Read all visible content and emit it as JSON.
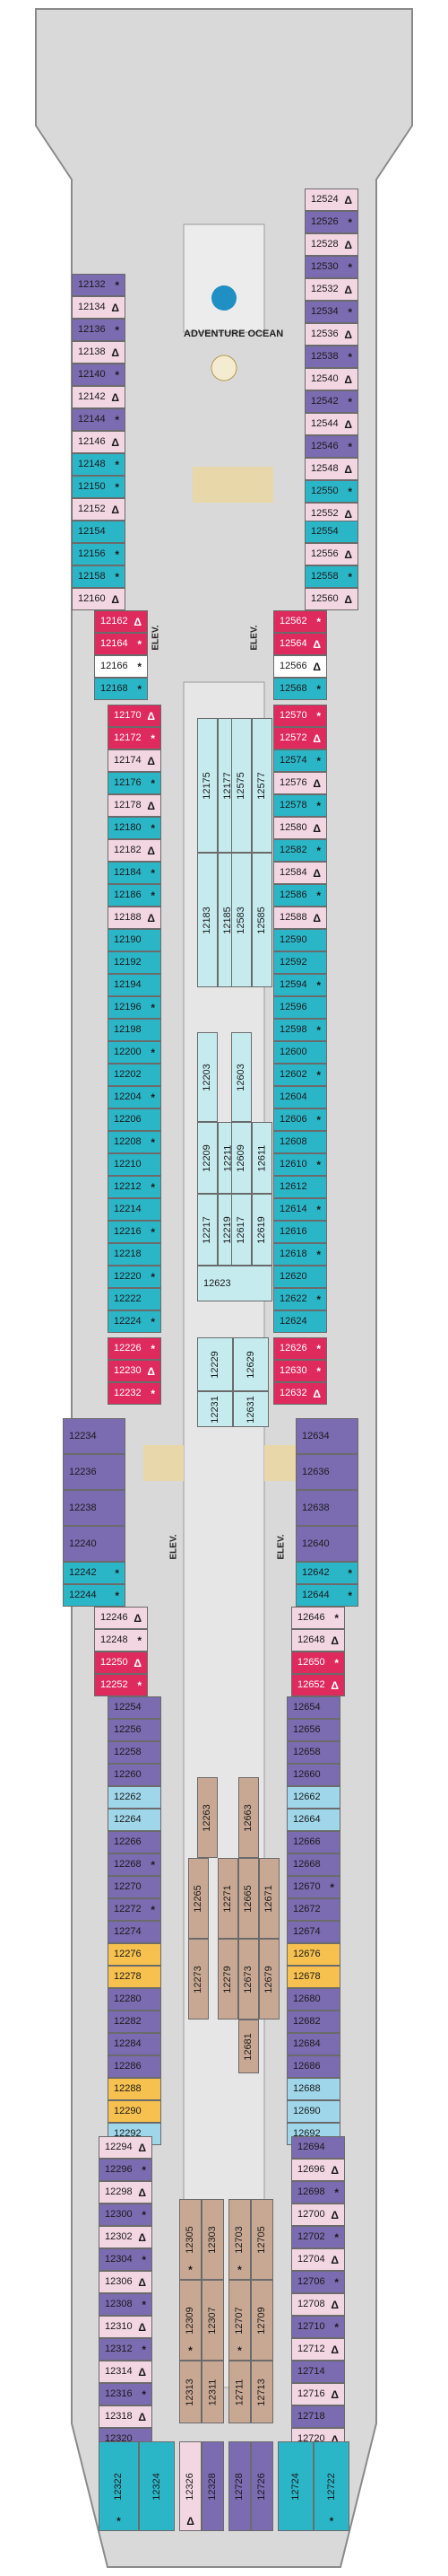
{
  "venue": {
    "name": "ADVENTURE OCEAN"
  },
  "elevator_label": "ELEV.",
  "cabins": [
    {
      "n": "12132",
      "c": "purple",
      "s": "*"
    },
    {
      "n": "12134",
      "c": "pink",
      "s": "Δ"
    },
    {
      "n": "12136",
      "c": "purple",
      "s": "*"
    },
    {
      "n": "12138",
      "c": "pink",
      "s": "Δ"
    },
    {
      "n": "12140",
      "c": "purple",
      "s": "*"
    },
    {
      "n": "12142",
      "c": "pink",
      "s": "Δ"
    },
    {
      "n": "12144",
      "c": "purple",
      "s": "*"
    },
    {
      "n": "12146",
      "c": "pink",
      "s": "Δ"
    },
    {
      "n": "12148",
      "c": "teal",
      "s": "*"
    },
    {
      "n": "12150",
      "c": "teal",
      "s": "*"
    },
    {
      "n": "12152",
      "c": "pink",
      "s": "Δ"
    },
    {
      "n": "12154",
      "c": "teal",
      "s": ""
    },
    {
      "n": "12156",
      "c": "teal",
      "s": "*"
    },
    {
      "n": "12158",
      "c": "teal",
      "s": "*"
    },
    {
      "n": "12160",
      "c": "pink",
      "s": "Δ"
    },
    {
      "n": "12162",
      "c": "red",
      "s": "Δ"
    },
    {
      "n": "12164",
      "c": "red",
      "s": "*"
    },
    {
      "n": "12166",
      "c": "white",
      "s": "*"
    },
    {
      "n": "12168",
      "c": "teal",
      "s": "*"
    },
    {
      "n": "12524",
      "c": "pink",
      "s": "Δ"
    },
    {
      "n": "12526",
      "c": "purple",
      "s": "*"
    },
    {
      "n": "12528",
      "c": "pink",
      "s": "Δ"
    },
    {
      "n": "12530",
      "c": "purple",
      "s": "*"
    },
    {
      "n": "12532",
      "c": "pink",
      "s": "Δ"
    },
    {
      "n": "12534",
      "c": "purple",
      "s": "*"
    },
    {
      "n": "12536",
      "c": "pink",
      "s": "Δ"
    },
    {
      "n": "12538",
      "c": "purple",
      "s": "*"
    },
    {
      "n": "12540",
      "c": "pink",
      "s": "Δ"
    },
    {
      "n": "12542",
      "c": "purple",
      "s": "*"
    },
    {
      "n": "12544",
      "c": "pink",
      "s": "Δ"
    },
    {
      "n": "12546",
      "c": "purple",
      "s": "*"
    },
    {
      "n": "12548",
      "c": "pink",
      "s": "Δ"
    },
    {
      "n": "12550",
      "c": "teal",
      "s": "*"
    },
    {
      "n": "12552",
      "c": "pink",
      "s": "Δ"
    },
    {
      "n": "12554",
      "c": "teal",
      "s": ""
    },
    {
      "n": "12556",
      "c": "pink",
      "s": "Δ"
    },
    {
      "n": "12558",
      "c": "teal",
      "s": "*"
    },
    {
      "n": "12560",
      "c": "pink",
      "s": "Δ"
    },
    {
      "n": "12562",
      "c": "red",
      "s": "*"
    },
    {
      "n": "12564",
      "c": "red",
      "s": "Δ"
    },
    {
      "n": "12566",
      "c": "white",
      "s": "Δ"
    },
    {
      "n": "12568",
      "c": "teal",
      "s": "*"
    },
    {
      "n": "12170",
      "c": "red",
      "s": "Δ"
    },
    {
      "n": "12172",
      "c": "red",
      "s": "*"
    },
    {
      "n": "12174",
      "c": "pink",
      "s": "Δ"
    },
    {
      "n": "12176",
      "c": "teal",
      "s": "*"
    },
    {
      "n": "12178",
      "c": "pink",
      "s": "Δ"
    },
    {
      "n": "12180",
      "c": "teal",
      "s": "*"
    },
    {
      "n": "12182",
      "c": "pink",
      "s": "Δ"
    },
    {
      "n": "12184",
      "c": "teal",
      "s": "*"
    },
    {
      "n": "12186",
      "c": "teal",
      "s": "*"
    },
    {
      "n": "12188",
      "c": "pink",
      "s": "Δ"
    },
    {
      "n": "12570",
      "c": "red",
      "s": "*"
    },
    {
      "n": "12572",
      "c": "red",
      "s": "Δ"
    },
    {
      "n": "12574",
      "c": "teal",
      "s": "*"
    },
    {
      "n": "12576",
      "c": "pink",
      "s": "Δ"
    },
    {
      "n": "12578",
      "c": "teal",
      "s": "*"
    },
    {
      "n": "12580",
      "c": "pink",
      "s": "Δ"
    },
    {
      "n": "12582",
      "c": "teal",
      "s": "*"
    },
    {
      "n": "12584",
      "c": "pink",
      "s": "Δ"
    },
    {
      "n": "12586",
      "c": "teal",
      "s": "*"
    },
    {
      "n": "12588",
      "c": "pink",
      "s": "Δ"
    },
    {
      "n": "12190",
      "c": "teal",
      "s": ""
    },
    {
      "n": "12192",
      "c": "teal",
      "s": ""
    },
    {
      "n": "12194",
      "c": "teal",
      "s": ""
    },
    {
      "n": "12196",
      "c": "teal",
      "s": "*"
    },
    {
      "n": "12198",
      "c": "teal",
      "s": ""
    },
    {
      "n": "12200",
      "c": "teal",
      "s": "*"
    },
    {
      "n": "12202",
      "c": "teal",
      "s": ""
    },
    {
      "n": "12204",
      "c": "teal",
      "s": "*"
    },
    {
      "n": "12206",
      "c": "teal",
      "s": ""
    },
    {
      "n": "12208",
      "c": "teal",
      "s": "*"
    },
    {
      "n": "12210",
      "c": "teal",
      "s": ""
    },
    {
      "n": "12212",
      "c": "teal",
      "s": "*"
    },
    {
      "n": "12214",
      "c": "teal",
      "s": ""
    },
    {
      "n": "12216",
      "c": "teal",
      "s": "*"
    },
    {
      "n": "12218",
      "c": "teal",
      "s": ""
    },
    {
      "n": "12220",
      "c": "teal",
      "s": "*"
    },
    {
      "n": "12222",
      "c": "teal",
      "s": ""
    },
    {
      "n": "12224",
      "c": "teal",
      "s": "*"
    },
    {
      "n": "12590",
      "c": "teal",
      "s": ""
    },
    {
      "n": "12592",
      "c": "teal",
      "s": ""
    },
    {
      "n": "12594",
      "c": "teal",
      "s": "*"
    },
    {
      "n": "12596",
      "c": "teal",
      "s": ""
    },
    {
      "n": "12598",
      "c": "teal",
      "s": "*"
    },
    {
      "n": "12600",
      "c": "teal",
      "s": ""
    },
    {
      "n": "12602",
      "c": "teal",
      "s": "*"
    },
    {
      "n": "12604",
      "c": "teal",
      "s": ""
    },
    {
      "n": "12606",
      "c": "teal",
      "s": "*"
    },
    {
      "n": "12608",
      "c": "teal",
      "s": ""
    },
    {
      "n": "12610",
      "c": "teal",
      "s": "*"
    },
    {
      "n": "12612",
      "c": "teal",
      "s": ""
    },
    {
      "n": "12614",
      "c": "teal",
      "s": "*"
    },
    {
      "n": "12616",
      "c": "teal",
      "s": ""
    },
    {
      "n": "12618",
      "c": "teal",
      "s": "*"
    },
    {
      "n": "12620",
      "c": "teal",
      "s": ""
    },
    {
      "n": "12622",
      "c": "teal",
      "s": "*"
    },
    {
      "n": "12624",
      "c": "teal",
      "s": ""
    },
    {
      "n": "12226",
      "c": "red",
      "s": "*"
    },
    {
      "n": "12230",
      "c": "red",
      "s": "Δ"
    },
    {
      "n": "12232",
      "c": "red",
      "s": "*"
    },
    {
      "n": "12626",
      "c": "red",
      "s": "*"
    },
    {
      "n": "12630",
      "c": "red",
      "s": "*"
    },
    {
      "n": "12632",
      "c": "red",
      "s": "Δ"
    },
    {
      "n": "12234",
      "c": "purple",
      "s": ""
    },
    {
      "n": "12236",
      "c": "purple",
      "s": ""
    },
    {
      "n": "12238",
      "c": "purple",
      "s": ""
    },
    {
      "n": "12240",
      "c": "purple",
      "s": ""
    },
    {
      "n": "12242",
      "c": "teal",
      "s": "*"
    },
    {
      "n": "12244",
      "c": "teal",
      "s": "*"
    },
    {
      "n": "12634",
      "c": "purple",
      "s": ""
    },
    {
      "n": "12636",
      "c": "purple",
      "s": ""
    },
    {
      "n": "12638",
      "c": "purple",
      "s": ""
    },
    {
      "n": "12640",
      "c": "purple",
      "s": ""
    },
    {
      "n": "12642",
      "c": "teal",
      "s": "*"
    },
    {
      "n": "12644",
      "c": "teal",
      "s": "*"
    },
    {
      "n": "12246",
      "c": "pink",
      "s": "Δ"
    },
    {
      "n": "12248",
      "c": "pink",
      "s": "*"
    },
    {
      "n": "12250",
      "c": "red",
      "s": "Δ"
    },
    {
      "n": "12252",
      "c": "red",
      "s": "*"
    },
    {
      "n": "12646",
      "c": "pink",
      "s": "*"
    },
    {
      "n": "12648",
      "c": "pink",
      "s": "Δ"
    },
    {
      "n": "12650",
      "c": "red",
      "s": "*"
    },
    {
      "n": "12652",
      "c": "red",
      "s": "Δ"
    },
    {
      "n": "12254",
      "c": "purple",
      "s": ""
    },
    {
      "n": "12256",
      "c": "purple",
      "s": ""
    },
    {
      "n": "12258",
      "c": "purple",
      "s": ""
    },
    {
      "n": "12260",
      "c": "purple",
      "s": ""
    },
    {
      "n": "12262",
      "c": "lightblue",
      "s": ""
    },
    {
      "n": "12264",
      "c": "lightblue",
      "s": ""
    },
    {
      "n": "12266",
      "c": "purple",
      "s": ""
    },
    {
      "n": "12268",
      "c": "purple",
      "s": "*"
    },
    {
      "n": "12270",
      "c": "purple",
      "s": ""
    },
    {
      "n": "12272",
      "c": "purple",
      "s": "*"
    },
    {
      "n": "12274",
      "c": "purple",
      "s": ""
    },
    {
      "n": "12276",
      "c": "yellow",
      "s": ""
    },
    {
      "n": "12278",
      "c": "yellow",
      "s": ""
    },
    {
      "n": "12280",
      "c": "purple",
      "s": ""
    },
    {
      "n": "12282",
      "c": "purple",
      "s": ""
    },
    {
      "n": "12284",
      "c": "purple",
      "s": ""
    },
    {
      "n": "12286",
      "c": "purple",
      "s": ""
    },
    {
      "n": "12288",
      "c": "yellow",
      "s": ""
    },
    {
      "n": "12290",
      "c": "yellow",
      "s": ""
    },
    {
      "n": "12292",
      "c": "lightblue",
      "s": ""
    },
    {
      "n": "12654",
      "c": "purple",
      "s": ""
    },
    {
      "n": "12656",
      "c": "purple",
      "s": ""
    },
    {
      "n": "12658",
      "c": "purple",
      "s": ""
    },
    {
      "n": "12660",
      "c": "purple",
      "s": ""
    },
    {
      "n": "12662",
      "c": "lightblue",
      "s": ""
    },
    {
      "n": "12664",
      "c": "lightblue",
      "s": ""
    },
    {
      "n": "12666",
      "c": "purple",
      "s": ""
    },
    {
      "n": "12668",
      "c": "purple",
      "s": ""
    },
    {
      "n": "12670",
      "c": "purple",
      "s": "*"
    },
    {
      "n": "12672",
      "c": "purple",
      "s": ""
    },
    {
      "n": "12674",
      "c": "purple",
      "s": ""
    },
    {
      "n": "12676",
      "c": "yellow",
      "s": ""
    },
    {
      "n": "12678",
      "c": "yellow",
      "s": ""
    },
    {
      "n": "12680",
      "c": "purple",
      "s": ""
    },
    {
      "n": "12682",
      "c": "purple",
      "s": ""
    },
    {
      "n": "12684",
      "c": "purple",
      "s": ""
    },
    {
      "n": "12686",
      "c": "purple",
      "s": ""
    },
    {
      "n": "12688",
      "c": "lightblue",
      "s": ""
    },
    {
      "n": "12690",
      "c": "lightblue",
      "s": ""
    },
    {
      "n": "12692",
      "c": "lightblue",
      "s": ""
    },
    {
      "n": "12294",
      "c": "pink",
      "s": "Δ"
    },
    {
      "n": "12296",
      "c": "purple",
      "s": "*"
    },
    {
      "n": "12298",
      "c": "pink",
      "s": "Δ"
    },
    {
      "n": "12300",
      "c": "purple",
      "s": "*"
    },
    {
      "n": "12302",
      "c": "pink",
      "s": "Δ"
    },
    {
      "n": "12304",
      "c": "purple",
      "s": "*"
    },
    {
      "n": "12306",
      "c": "pink",
      "s": "Δ"
    },
    {
      "n": "12308",
      "c": "purple",
      "s": "*"
    },
    {
      "n": "12310",
      "c": "pink",
      "s": "Δ"
    },
    {
      "n": "12312",
      "c": "purple",
      "s": "*"
    },
    {
      "n": "12314",
      "c": "pink",
      "s": "Δ"
    },
    {
      "n": "12316",
      "c": "purple",
      "s": "*"
    },
    {
      "n": "12318",
      "c": "pink",
      "s": "Δ"
    },
    {
      "n": "12320",
      "c": "purple",
      "s": ""
    },
    {
      "n": "12694",
      "c": "purple",
      "s": ""
    },
    {
      "n": "12696",
      "c": "pink",
      "s": "Δ"
    },
    {
      "n": "12698",
      "c": "purple",
      "s": "*"
    },
    {
      "n": "12700",
      "c": "pink",
      "s": "Δ"
    },
    {
      "n": "12702",
      "c": "purple",
      "s": "*"
    },
    {
      "n": "12704",
      "c": "pink",
      "s": "Δ"
    },
    {
      "n": "12706",
      "c": "purple",
      "s": "*"
    },
    {
      "n": "12708",
      "c": "pink",
      "s": "Δ"
    },
    {
      "n": "12710",
      "c": "purple",
      "s": "*"
    },
    {
      "n": "12712",
      "c": "pink",
      "s": "Δ"
    },
    {
      "n": "12714",
      "c": "purple",
      "s": ""
    },
    {
      "n": "12716",
      "c": "pink",
      "s": "Δ"
    },
    {
      "n": "12718",
      "c": "purple",
      "s": ""
    },
    {
      "n": "12720",
      "c": "pink",
      "s": "Δ"
    },
    {
      "n": "12175",
      "c": "lightteal",
      "s": ""
    },
    {
      "n": "12177",
      "c": "lightteal",
      "s": ""
    },
    {
      "n": "12183",
      "c": "lightteal",
      "s": ""
    },
    {
      "n": "12185",
      "c": "lightteal",
      "s": ""
    },
    {
      "n": "12575",
      "c": "lightteal",
      "s": ""
    },
    {
      "n": "12577",
      "c": "lightteal",
      "s": ""
    },
    {
      "n": "12583",
      "c": "lightteal",
      "s": ""
    },
    {
      "n": "12585",
      "c": "lightteal",
      "s": ""
    },
    {
      "n": "12203",
      "c": "lightteal",
      "s": ""
    },
    {
      "n": "12209",
      "c": "lightteal",
      "s": ""
    },
    {
      "n": "12211",
      "c": "lightteal",
      "s": ""
    },
    {
      "n": "12217",
      "c": "lightteal",
      "s": ""
    },
    {
      "n": "12219",
      "c": "lightteal",
      "s": ""
    },
    {
      "n": "12603",
      "c": "lightteal",
      "s": ""
    },
    {
      "n": "12609",
      "c": "lightteal",
      "s": ""
    },
    {
      "n": "12611",
      "c": "lightteal",
      "s": ""
    },
    {
      "n": "12617",
      "c": "lightteal",
      "s": ""
    },
    {
      "n": "12619",
      "c": "lightteal",
      "s": ""
    },
    {
      "n": "12623",
      "c": "lightteal",
      "s": ""
    },
    {
      "n": "12229",
      "c": "lightteal",
      "s": ""
    },
    {
      "n": "12231",
      "c": "lightteal",
      "s": ""
    },
    {
      "n": "12629",
      "c": "lightteal",
      "s": ""
    },
    {
      "n": "12631",
      "c": "lightteal",
      "s": ""
    },
    {
      "n": "12263",
      "c": "tan",
      "s": ""
    },
    {
      "n": "12265",
      "c": "tan",
      "s": ""
    },
    {
      "n": "12271",
      "c": "tan",
      "s": ""
    },
    {
      "n": "12273",
      "c": "tan",
      "s": ""
    },
    {
      "n": "12279",
      "c": "tan",
      "s": ""
    },
    {
      "n": "12663",
      "c": "tan",
      "s": ""
    },
    {
      "n": "12665",
      "c": "tan",
      "s": ""
    },
    {
      "n": "12671",
      "c": "tan",
      "s": ""
    },
    {
      "n": "12673",
      "c": "tan",
      "s": ""
    },
    {
      "n": "12679",
      "c": "tan",
      "s": ""
    },
    {
      "n": "12681",
      "c": "tan",
      "s": ""
    },
    {
      "n": "12305",
      "c": "tan",
      "s": "*"
    },
    {
      "n": "12303",
      "c": "tan",
      "s": ""
    },
    {
      "n": "12703",
      "c": "tan",
      "s": "*"
    },
    {
      "n": "12705",
      "c": "tan",
      "s": ""
    },
    {
      "n": "12309",
      "c": "tan",
      "s": "*"
    },
    {
      "n": "12307",
      "c": "tan",
      "s": ""
    },
    {
      "n": "12707",
      "c": "tan",
      "s": "*"
    },
    {
      "n": "12709",
      "c": "tan",
      "s": ""
    },
    {
      "n": "12313",
      "c": "tan",
      "s": ""
    },
    {
      "n": "12311",
      "c": "tan",
      "s": ""
    },
    {
      "n": "12711",
      "c": "tan",
      "s": ""
    },
    {
      "n": "12713",
      "c": "tan",
      "s": ""
    },
    {
      "n": "12322",
      "c": "teal",
      "s": "*"
    },
    {
      "n": "12324",
      "c": "teal",
      "s": ""
    },
    {
      "n": "12326",
      "c": "pink",
      "s": "Δ"
    },
    {
      "n": "12328",
      "c": "purple",
      "s": ""
    },
    {
      "n": "12728",
      "c": "purple",
      "s": ""
    },
    {
      "n": "12726",
      "c": "purple",
      "s": ""
    },
    {
      "n": "12724",
      "c": "teal",
      "s": ""
    },
    {
      "n": "12722",
      "c": "teal",
      "s": "*"
    }
  ]
}
